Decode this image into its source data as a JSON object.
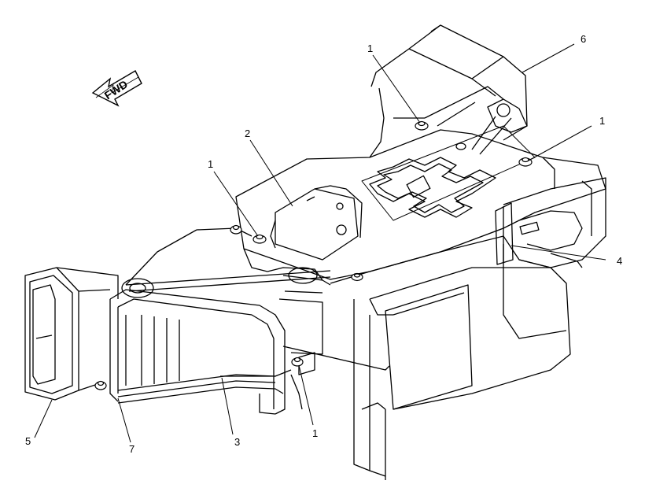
{
  "direction_arrow": {
    "label": "FWD"
  },
  "callouts": [
    {
      "id": "c1_top",
      "label": "1"
    },
    {
      "id": "c1_right",
      "label": "1"
    },
    {
      "id": "c1_left",
      "label": "1"
    },
    {
      "id": "c1_bottom",
      "label": "1"
    },
    {
      "id": "c2",
      "label": "2"
    },
    {
      "id": "c3",
      "label": "3"
    },
    {
      "id": "c4",
      "label": "4"
    },
    {
      "id": "c5",
      "label": "5"
    },
    {
      "id": "c6",
      "label": "6"
    },
    {
      "id": "c7",
      "label": "7"
    }
  ],
  "colors": {
    "line": "#000000",
    "background": "#ffffff"
  }
}
